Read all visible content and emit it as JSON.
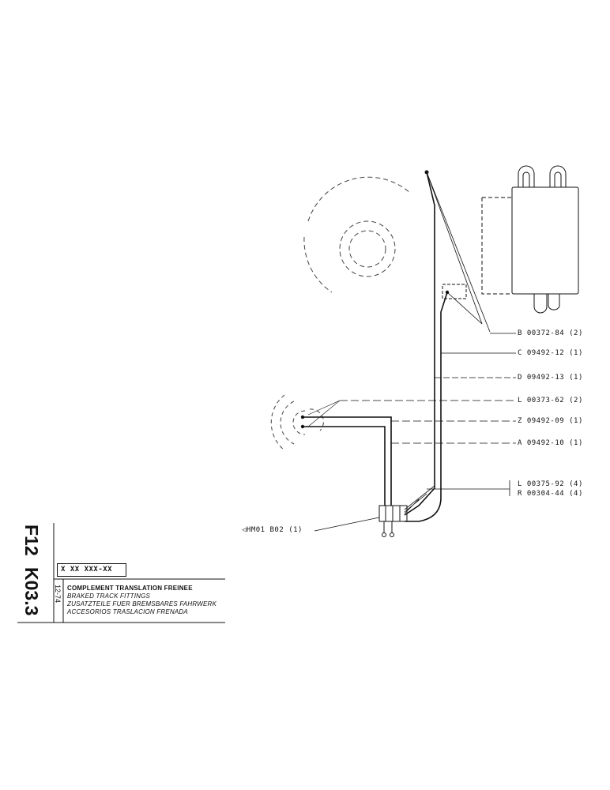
{
  "titleblock": {
    "part_code": "X XX XXX-XX",
    "sheet_group": "F12",
    "sheet_id": "K03.3",
    "date": "12-74",
    "titles": [
      "COMPLEMENT TRANSLATION FREINEE",
      "BRAKED TRACK FITTINGS",
      "ZUSATZTEILE FUER BREMSBARES FAHRWERK",
      "ACCESORIOS TRASLACION FRENADA"
    ]
  },
  "callouts": [
    {
      "ref": "B 00372-84 (2)"
    },
    {
      "ref": "C 09492-12 (1)"
    },
    {
      "ref": "D 09492-13 (1)"
    },
    {
      "ref": "L 00373-62 (2)"
    },
    {
      "ref": "Z 09492-09 (1)"
    },
    {
      "ref": "A 09492-10 (1)"
    },
    {
      "ref": "L 00375-92 (4)"
    },
    {
      "ref": "R 00304-44 (4)"
    }
  ],
  "sheet_ref": {
    "arrow_icon": "left-triangle-icon",
    "label": "HM01  B02 (1)"
  },
  "colors": {
    "ink": "#111111",
    "paper": "#ffffff"
  }
}
